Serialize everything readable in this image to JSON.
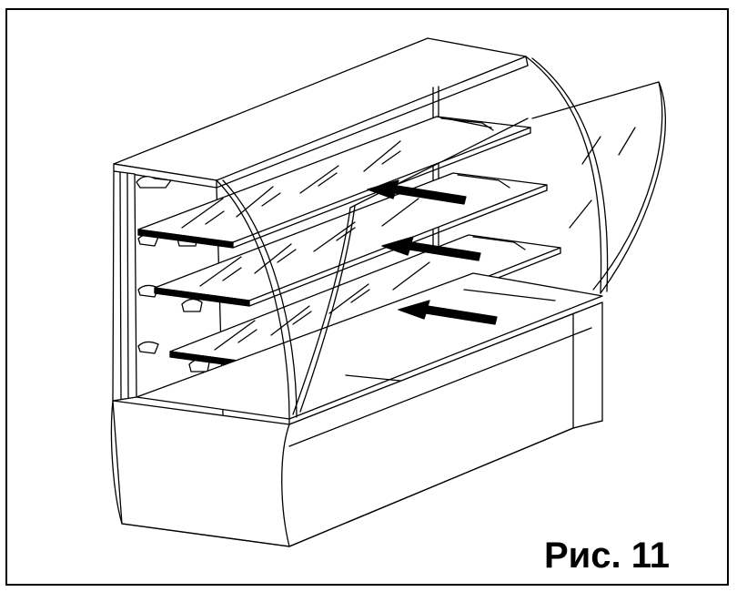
{
  "figure": {
    "caption": "Рис. 11",
    "line_color": "#000000",
    "background_color": "#ffffff",
    "shelf_count": 3,
    "arrow_count": 3
  }
}
